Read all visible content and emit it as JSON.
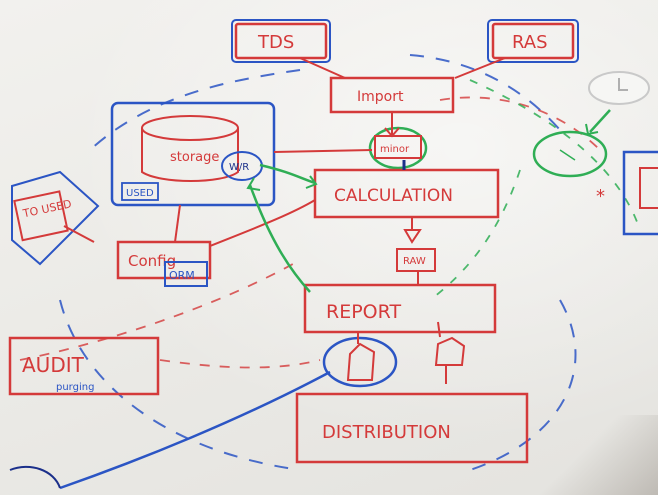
{
  "sketch": {
    "boxes": {
      "tds": "TDS",
      "ras": "RAS",
      "import": "Import",
      "calculation": "CALCULATION",
      "report": "REPORT",
      "distribution": "DISTRIBUTION",
      "audit": "AUDIT",
      "audit_sub": "purging",
      "config": "Config",
      "config_sub": "ORM",
      "storage": "storage",
      "storage_tag": "USED",
      "storage_badge": "W/R",
      "left_box": "TO\nUSED"
    },
    "labels": {
      "minor": "minor",
      "raw": "RAW"
    },
    "colors": {
      "red": "#d43a3a",
      "blue": "#2b55c4",
      "green": "#2fae55",
      "navy": "#1b2f8a"
    }
  }
}
